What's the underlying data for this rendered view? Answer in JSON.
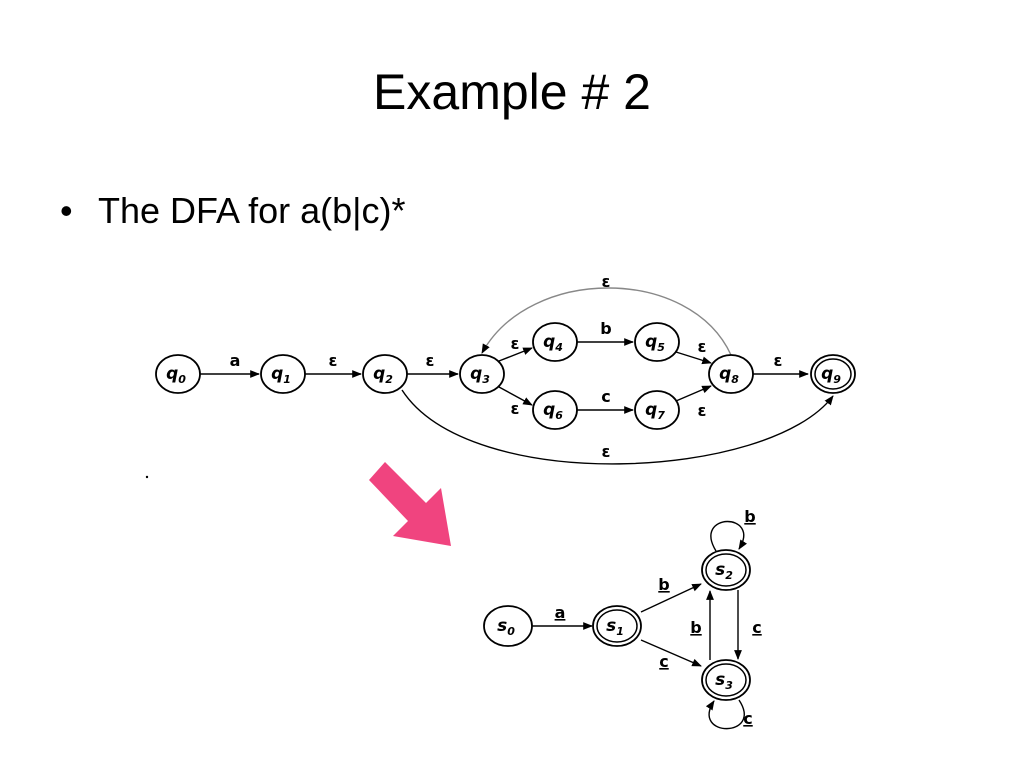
{
  "slide": {
    "title": "Example # 2",
    "bullets": [
      {
        "text": "The DFA for a(b|c)*"
      }
    ]
  },
  "nfa": {
    "states": [
      {
        "id": "q0",
        "name": "q",
        "sub": "0",
        "accepting": false
      },
      {
        "id": "q1",
        "name": "q",
        "sub": "1",
        "accepting": false
      },
      {
        "id": "q2",
        "name": "q",
        "sub": "2",
        "accepting": false
      },
      {
        "id": "q3",
        "name": "q",
        "sub": "3",
        "accepting": false
      },
      {
        "id": "q4",
        "name": "q",
        "sub": "4",
        "accepting": false
      },
      {
        "id": "q5",
        "name": "q",
        "sub": "5",
        "accepting": false
      },
      {
        "id": "q6",
        "name": "q",
        "sub": "6",
        "accepting": false
      },
      {
        "id": "q7",
        "name": "q",
        "sub": "7",
        "accepting": false
      },
      {
        "id": "q8",
        "name": "q",
        "sub": "8",
        "accepting": false
      },
      {
        "id": "q9",
        "name": "q",
        "sub": "9",
        "accepting": true
      }
    ],
    "transitions": [
      {
        "from": "q0",
        "to": "q1",
        "label": "a"
      },
      {
        "from": "q1",
        "to": "q2",
        "label": "ε"
      },
      {
        "from": "q2",
        "to": "q3",
        "label": "ε"
      },
      {
        "from": "q3",
        "to": "q4",
        "label": "ε"
      },
      {
        "from": "q3",
        "to": "q6",
        "label": "ε"
      },
      {
        "from": "q4",
        "to": "q5",
        "label": "b"
      },
      {
        "from": "q6",
        "to": "q7",
        "label": "c"
      },
      {
        "from": "q5",
        "to": "q8",
        "label": "ε"
      },
      {
        "from": "q7",
        "to": "q8",
        "label": "ε"
      },
      {
        "from": "q8",
        "to": "q9",
        "label": "ε"
      },
      {
        "from": "q8",
        "to": "q3",
        "label": "ε"
      },
      {
        "from": "q2",
        "to": "q9",
        "label": "ε"
      }
    ]
  },
  "dfa": {
    "states": [
      {
        "id": "s0",
        "name": "s",
        "sub": "0",
        "accepting": false
      },
      {
        "id": "s1",
        "name": "s",
        "sub": "1",
        "accepting": true
      },
      {
        "id": "s2",
        "name": "s",
        "sub": "2",
        "accepting": true
      },
      {
        "id": "s3",
        "name": "s",
        "sub": "3",
        "accepting": true
      }
    ],
    "transitions": [
      {
        "from": "s0",
        "to": "s1",
        "label": "a"
      },
      {
        "from": "s1",
        "to": "s2",
        "label": "b"
      },
      {
        "from": "s1",
        "to": "s3",
        "label": "c"
      },
      {
        "from": "s2",
        "to": "s2",
        "label": "b"
      },
      {
        "from": "s2",
        "to": "s3",
        "label": "c"
      },
      {
        "from": "s3",
        "to": "s2",
        "label": "b"
      },
      {
        "from": "s3",
        "to": "s3",
        "label": "c"
      }
    ]
  },
  "colors": {
    "arrow": "#f0447f",
    "ink": "#000000",
    "nfa_loop": "#888888"
  }
}
